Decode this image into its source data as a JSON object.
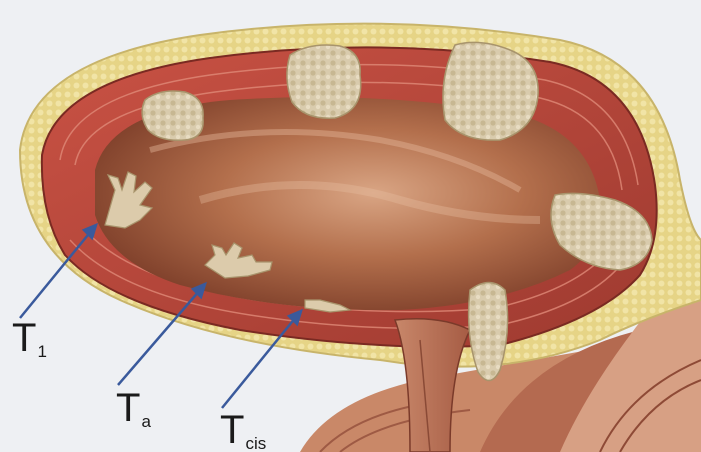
{
  "labels": [
    {
      "id": "t1",
      "main": "T",
      "sub": "1"
    },
    {
      "id": "ta",
      "main": "T",
      "sub": "a"
    },
    {
      "id": "tcis",
      "main": "T",
      "sub": "cis"
    }
  ],
  "colors": {
    "background": "#eef0f3",
    "fat": "#e8d78a",
    "muscle": "#b8453a",
    "lumen": "#9a5a3c",
    "tumor": "#d8c8a8",
    "arrow": "#3a5a9c"
  }
}
